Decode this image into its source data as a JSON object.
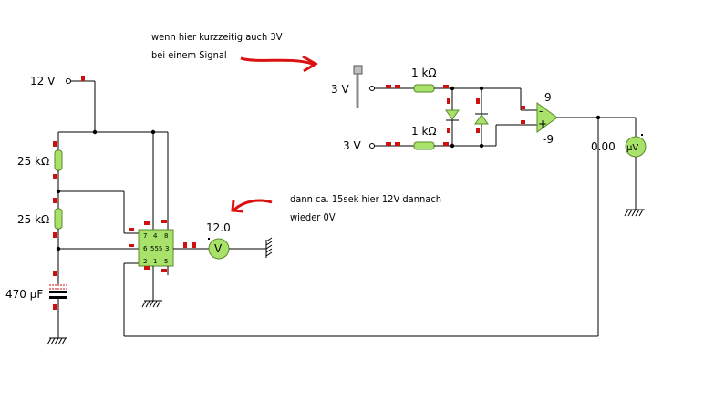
{
  "annotations": {
    "top_line1": "wenn hier kurzzeitig auch 3V",
    "top_line2": "bei einem Signal",
    "mid_line1": "dann ca. 15sek hier 12V dannach",
    "mid_line2": "wieder 0V"
  },
  "labels": {
    "supply": "12 V",
    "r1": "25 kΩ",
    "r2": "25 kΩ",
    "cap": "470 µF",
    "switch_v": "3 V",
    "src_v": "3 V",
    "r_top": "1 kΩ",
    "r_bot": "1 kΩ",
    "opamp_pos": "9",
    "opamp_neg": "-9",
    "meter_v_reading": "12.0",
    "meter_uv_reading": "0.00"
  },
  "ic": {
    "name": "555",
    "pin7": "7",
    "pin4": "4",
    "pin8": "8",
    "pin6": "6",
    "pin3": "3",
    "pin2": "2",
    "pin1": "1",
    "pin5": "5"
  },
  "meters": {
    "volt_symbol": "V",
    "microvolt_symbol": "µV"
  },
  "opamp": {
    "plus": "+",
    "minus": "-"
  },
  "colors": {
    "wire": "#000000",
    "pin": "#cc1111",
    "component": "#a8e26a",
    "arrow": "#dd1111"
  }
}
